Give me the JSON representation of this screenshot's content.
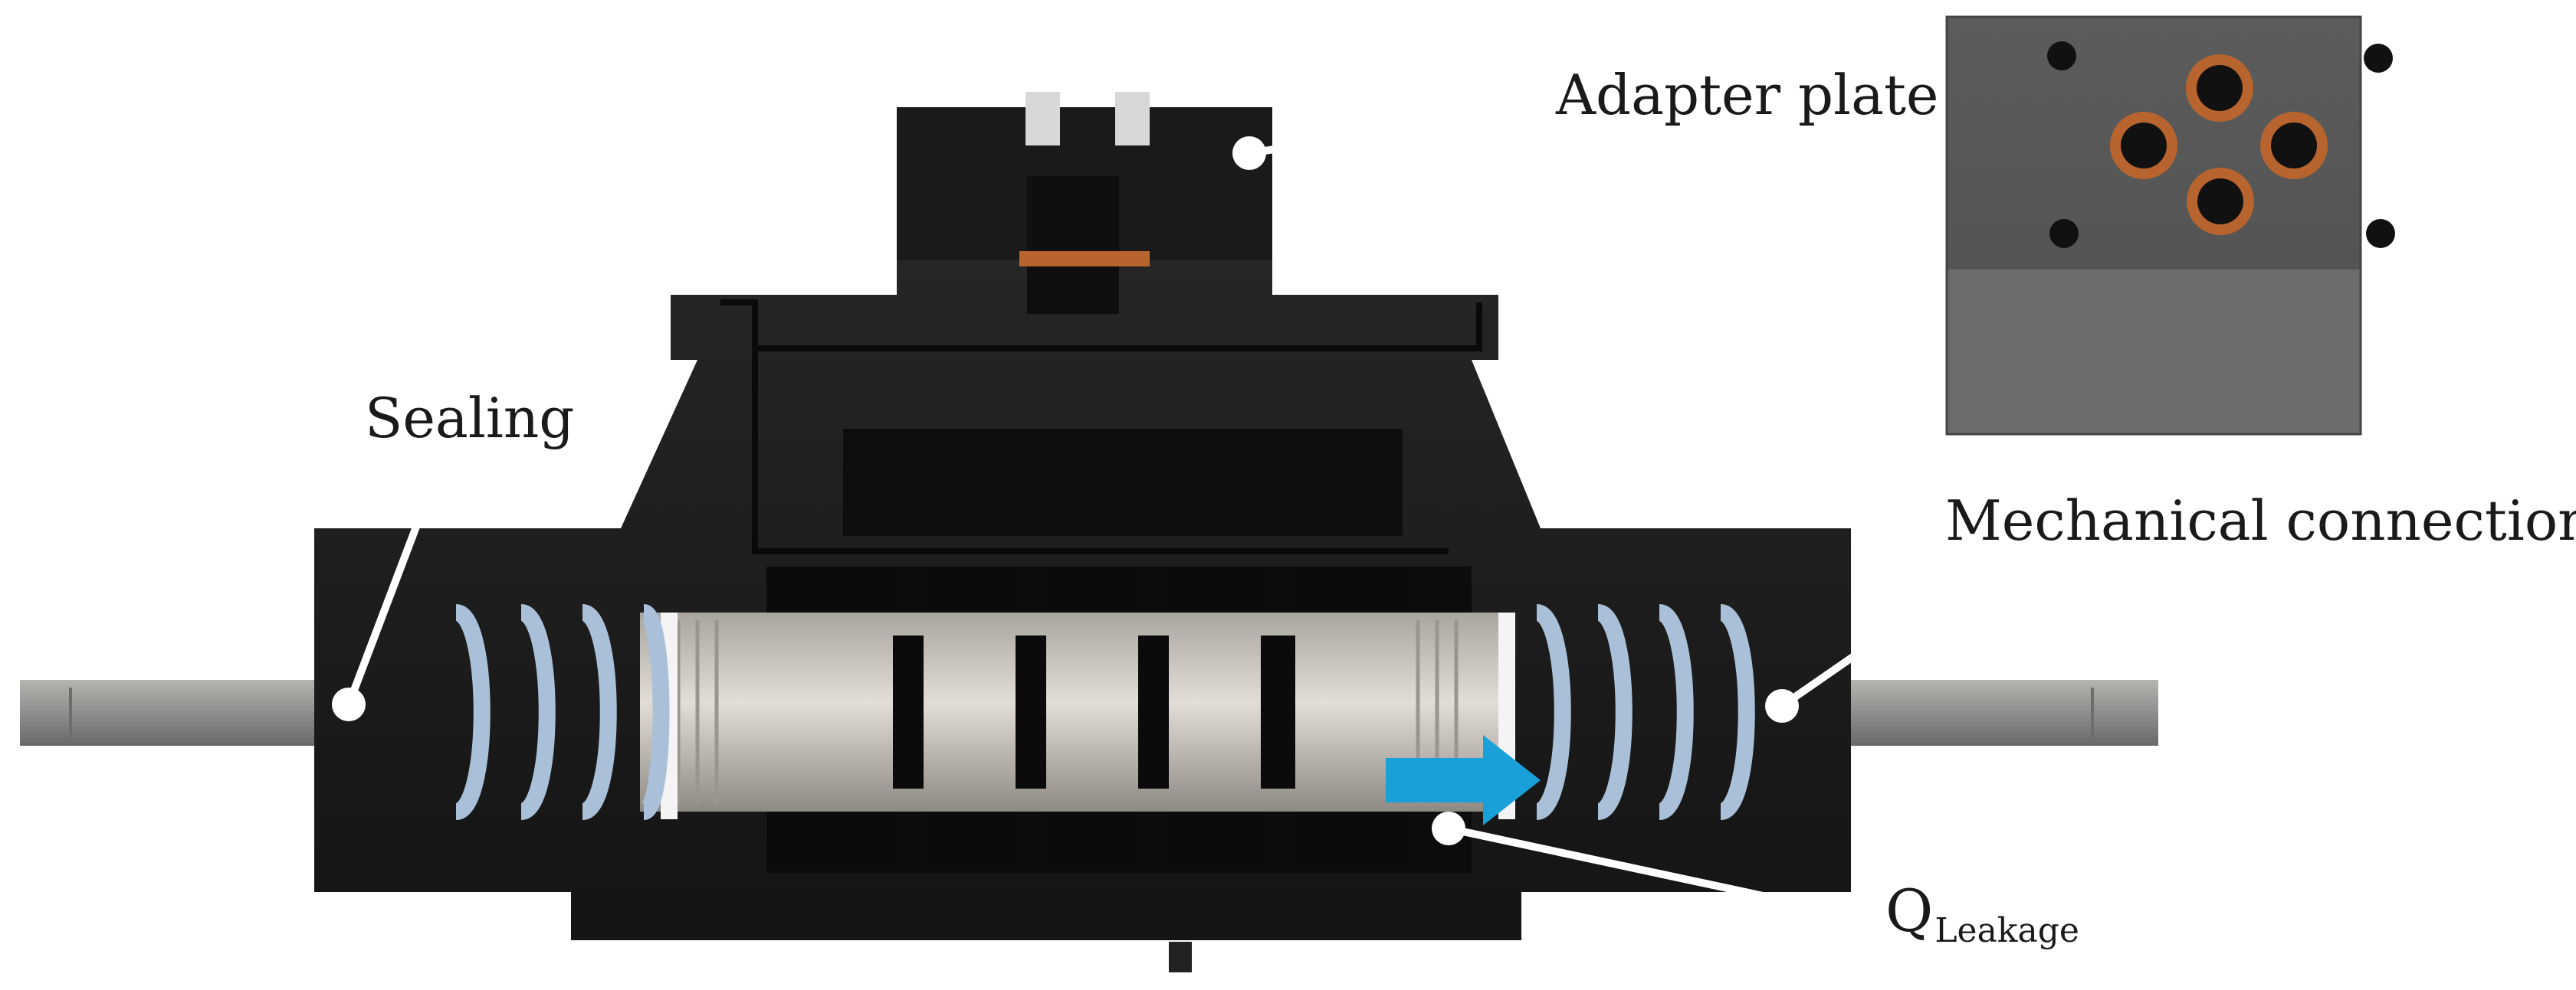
{
  "labels": {
    "adapter_plate": "Adapter plate",
    "sealing": "Sealing",
    "mechanical_connection": "Mechanical connection",
    "q_main": "Q",
    "q_sub": "Leakage"
  },
  "colors": {
    "housing": "#1c1c1c",
    "housing_dark": "#0a0a0a",
    "spool": "#cfcbc4",
    "rod": "#8f8e8c",
    "spring": "#aac0d8",
    "seal_ring": "#b8642e",
    "plate_top": "#5a5a5a",
    "plate_front": "#6e6e6e",
    "flow_arrow": "#1aa0d8",
    "callout_line": "#ffffff"
  },
  "icons": {
    "flow_arrow": "right-arrow-icon"
  }
}
